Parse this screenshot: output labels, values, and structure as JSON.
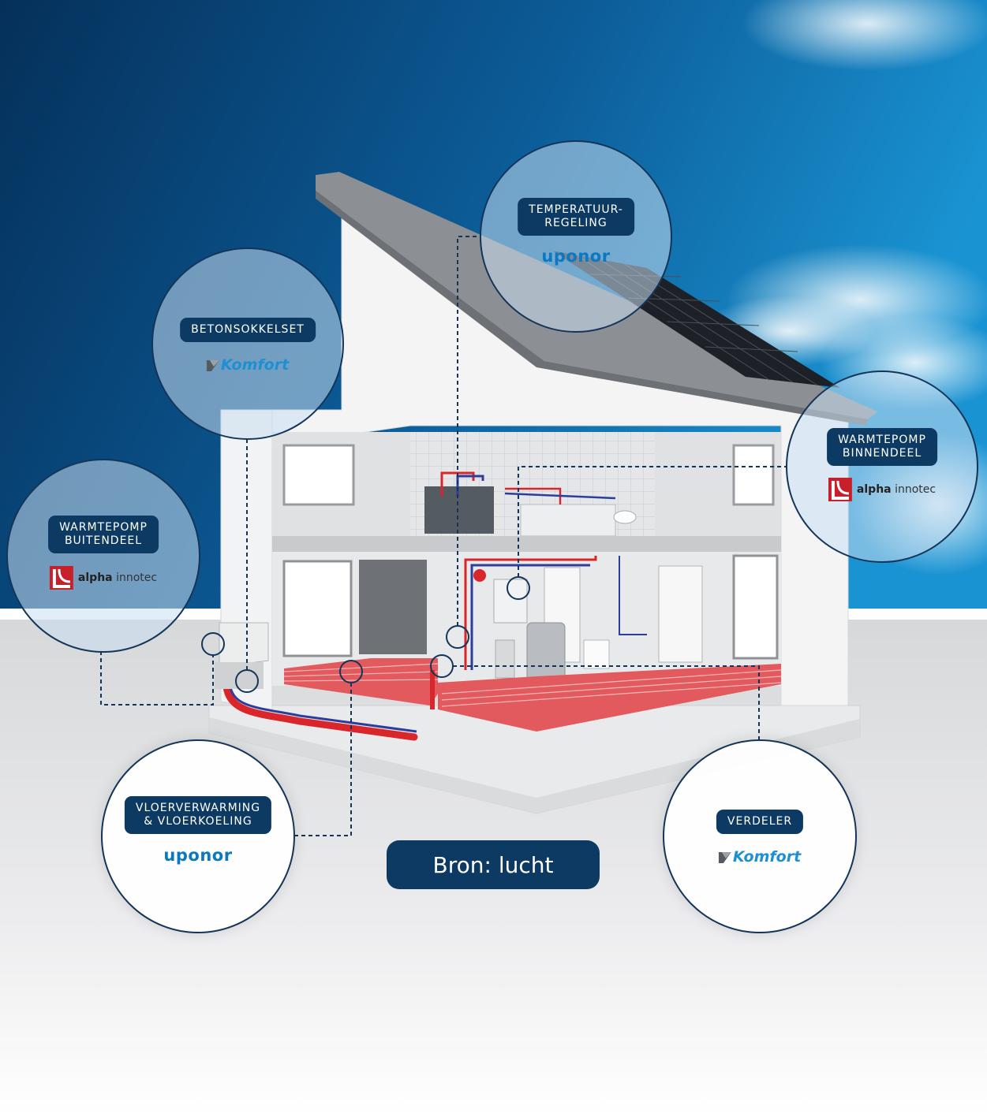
{
  "callouts": {
    "temperatuur": {
      "line1": "TEMPERATUUR-",
      "line2": "REGELING",
      "brand": "uponor"
    },
    "betonsokkelset": {
      "label": "BETONSOKKELSET",
      "brand": "Komfort"
    },
    "wp_binnendeel": {
      "line1": "WARMTEPOMP",
      "line2": "BINNENDEEL",
      "brand_bold": "alpha",
      "brand_rest": "innotec"
    },
    "wp_buitendeel": {
      "line1": "WARMTEPOMP",
      "line2": "BUITENDEEL",
      "brand_bold": "alpha",
      "brand_rest": "innotec"
    },
    "vloer": {
      "line1": "VLOERVERWARMING",
      "line2": "& VLOERKOELING",
      "brand": "uponor"
    },
    "verdeler": {
      "label": "VERDELER",
      "brand": "Komfort"
    }
  },
  "source_label": "Bron: lucht",
  "colors": {
    "badge": "#0d3a63",
    "callout_border": "#14355a",
    "sky_dark": "#06335c",
    "sky_light": "#1a8fd0",
    "floor_heating": "#d8262b",
    "pipe_cold": "#2c3d9b",
    "uponor_blue": "#0a78c2",
    "alpha_red": "#c8202a"
  }
}
